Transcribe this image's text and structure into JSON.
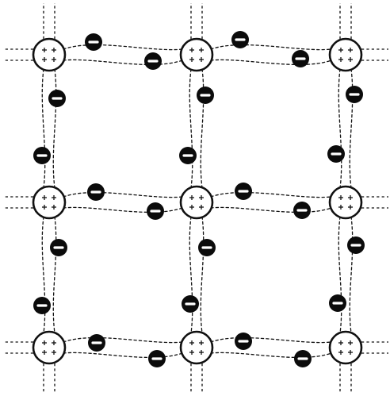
{
  "diagram": {
    "grid_size": {
      "rows": 3,
      "cols": 3
    },
    "ion": {
      "charge_symbol": "+",
      "charges_per_ion": 4
    },
    "electron": {
      "charge_symbol": "−"
    },
    "colors": {
      "ink": "#111111",
      "electron_fill": "#0b0b0b",
      "background": "#ffffff"
    },
    "bond_style": "dashed-double-line"
  }
}
